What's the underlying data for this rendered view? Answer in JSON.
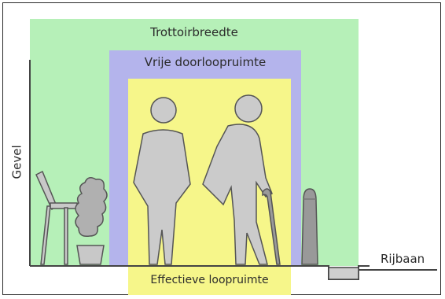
{
  "labels": {
    "trottoirbreedte": "Trottoirbreedte",
    "vrije_doorloopruimte": "Vrije doorloopruimte",
    "effectieve_loopruimte": "Effectieve loopruimte",
    "rijbaan": "Rijbaan",
    "gevel": "Gevel"
  },
  "colors": {
    "trottoir_zone": "#b6f0b8",
    "vrije_zone": "#b4b4ec",
    "effectieve_zone": "#f6f68a",
    "figures": "#c8c8c8",
    "figure_outline": "#555555",
    "lines": "#444444"
  }
}
